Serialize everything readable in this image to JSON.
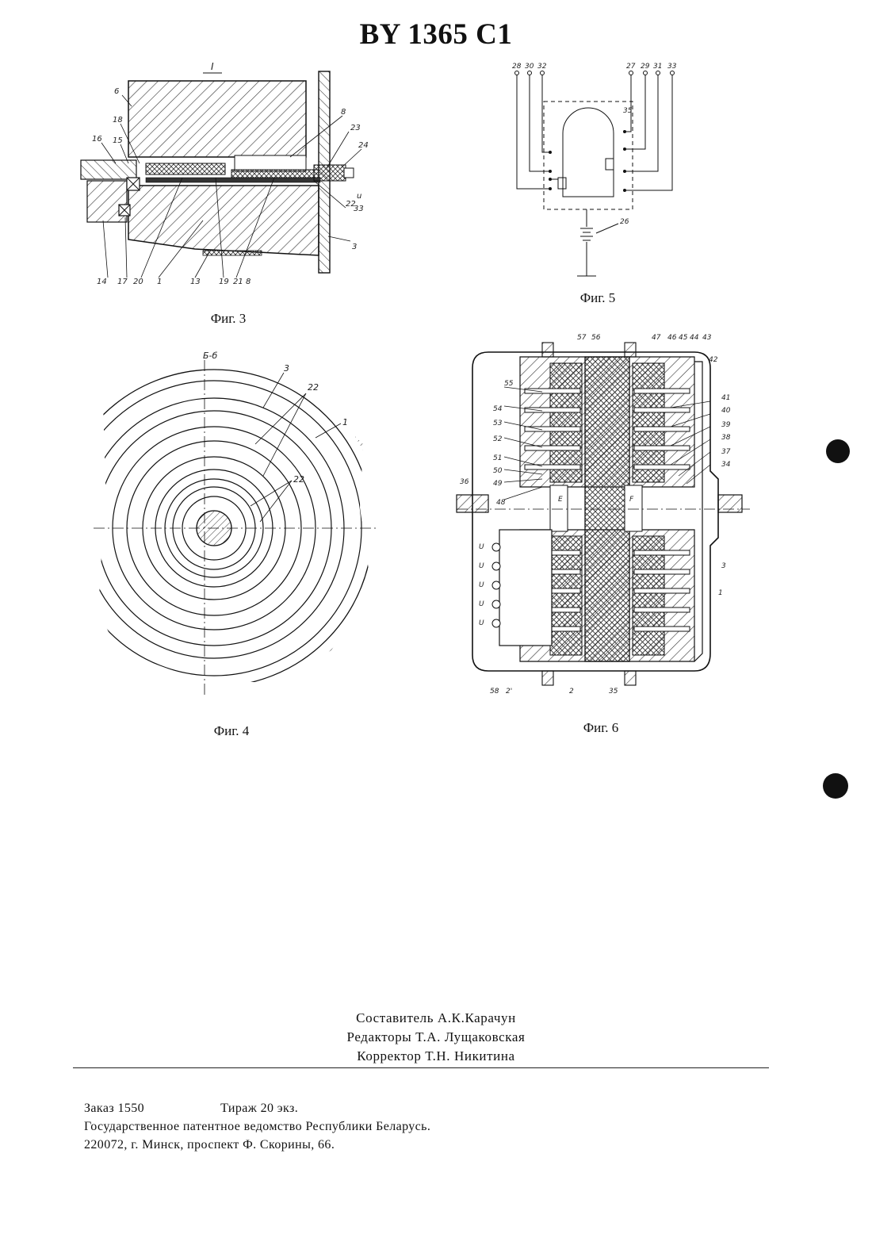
{
  "header": {
    "title": "BY 1365 C1"
  },
  "figures": {
    "fig3": {
      "caption": "Фиг. 3",
      "label": "I",
      "numbers": [
        "6",
        "18",
        "16",
        "15",
        "8",
        "23",
        "24",
        "14",
        "17",
        "20",
        "1",
        "13",
        "19",
        "21",
        "8",
        "22",
        "33",
        "3"
      ]
    },
    "fig4": {
      "caption": "Фиг. 4",
      "section": "Б-б",
      "numbers": [
        "3",
        "22",
        "1",
        "22"
      ]
    },
    "fig5": {
      "caption": "Фиг. 5",
      "numbers": [
        "28",
        "30",
        "32",
        "27",
        "29",
        "31",
        "33",
        "35",
        "26"
      ]
    },
    "fig6": {
      "caption": "Фиг. 6",
      "numbers": [
        "57",
        "56",
        "47",
        "46",
        "45",
        "44",
        "43",
        "42",
        "55",
        "54",
        "53",
        "52",
        "51",
        "50",
        "49",
        "48",
        "36",
        "41",
        "40",
        "39",
        "38",
        "37",
        "34",
        "3",
        "1",
        "58",
        "2'",
        "2",
        "35"
      ]
    }
  },
  "credits": {
    "compiler": "Составитель А.К.Карачун",
    "editors": "Редакторы Т.А. Лущаковская",
    "corrector": "Корректор Т.Н. Никитина"
  },
  "imprint": {
    "order": "Заказ  1550",
    "circulation": "Тираж 20 экз.",
    "office": "Государственное патентное ведомство Республики Беларусь.",
    "address": "220072, г. Минск, проспект Ф. Скорины, 66."
  }
}
